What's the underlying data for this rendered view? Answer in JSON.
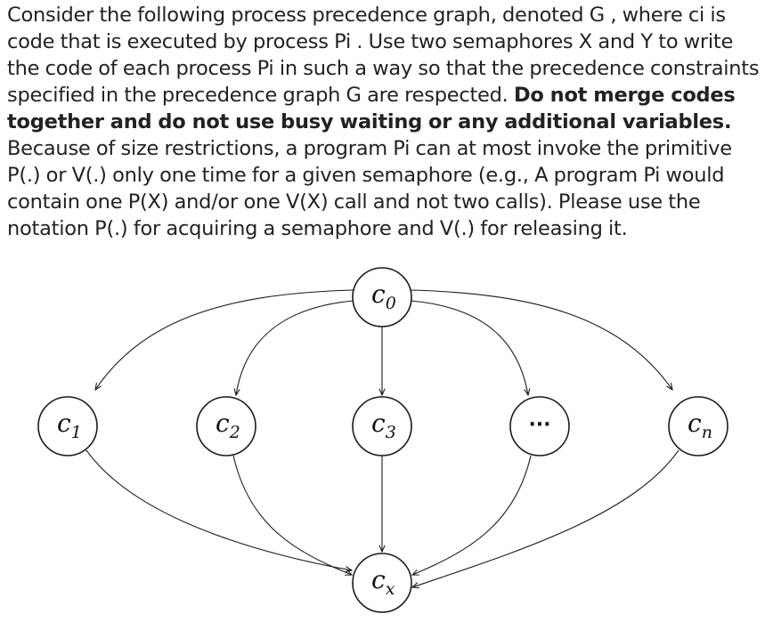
{
  "question": {
    "part1": "Consider the following process precedence graph, denoted G , where ci is code that is executed by process Pi . Use two semaphores X and Y to write the code of each process Pi in such a way so that the precedence constraints specified in the precedence graph G are respected. ",
    "bold": "Do not merge codes together and do not use busy waiting or any additional variables.",
    "part2": " Because of size restrictions, a program Pi can at most invoke the primitive P(.) or V(.) only one time for a given semaphore  (e.g., A program Pi would contain one P(X) and/or one V(X) call and not two calls). Please use the notation P(.) for acquiring a semaphore and V(.) for releasing it."
  },
  "graph": {
    "nodes": [
      {
        "id": "c0",
        "base": "c",
        "sub": "0"
      },
      {
        "id": "c1",
        "base": "c",
        "sub": "1"
      },
      {
        "id": "c2",
        "base": "c",
        "sub": "2"
      },
      {
        "id": "c3",
        "base": "c",
        "sub": "3"
      },
      {
        "id": "dots",
        "base": "···",
        "sub": ""
      },
      {
        "id": "cn",
        "base": "c",
        "sub": "n"
      },
      {
        "id": "cx",
        "base": "c",
        "sub": "x"
      }
    ],
    "edges": [
      [
        "c0",
        "c1"
      ],
      [
        "c0",
        "c2"
      ],
      [
        "c0",
        "c3"
      ],
      [
        "c0",
        "dots"
      ],
      [
        "c0",
        "cn"
      ],
      [
        "c1",
        "cx"
      ],
      [
        "c2",
        "cx"
      ],
      [
        "c3",
        "cx"
      ],
      [
        "dots",
        "cx"
      ],
      [
        "cn",
        "cx"
      ]
    ]
  }
}
